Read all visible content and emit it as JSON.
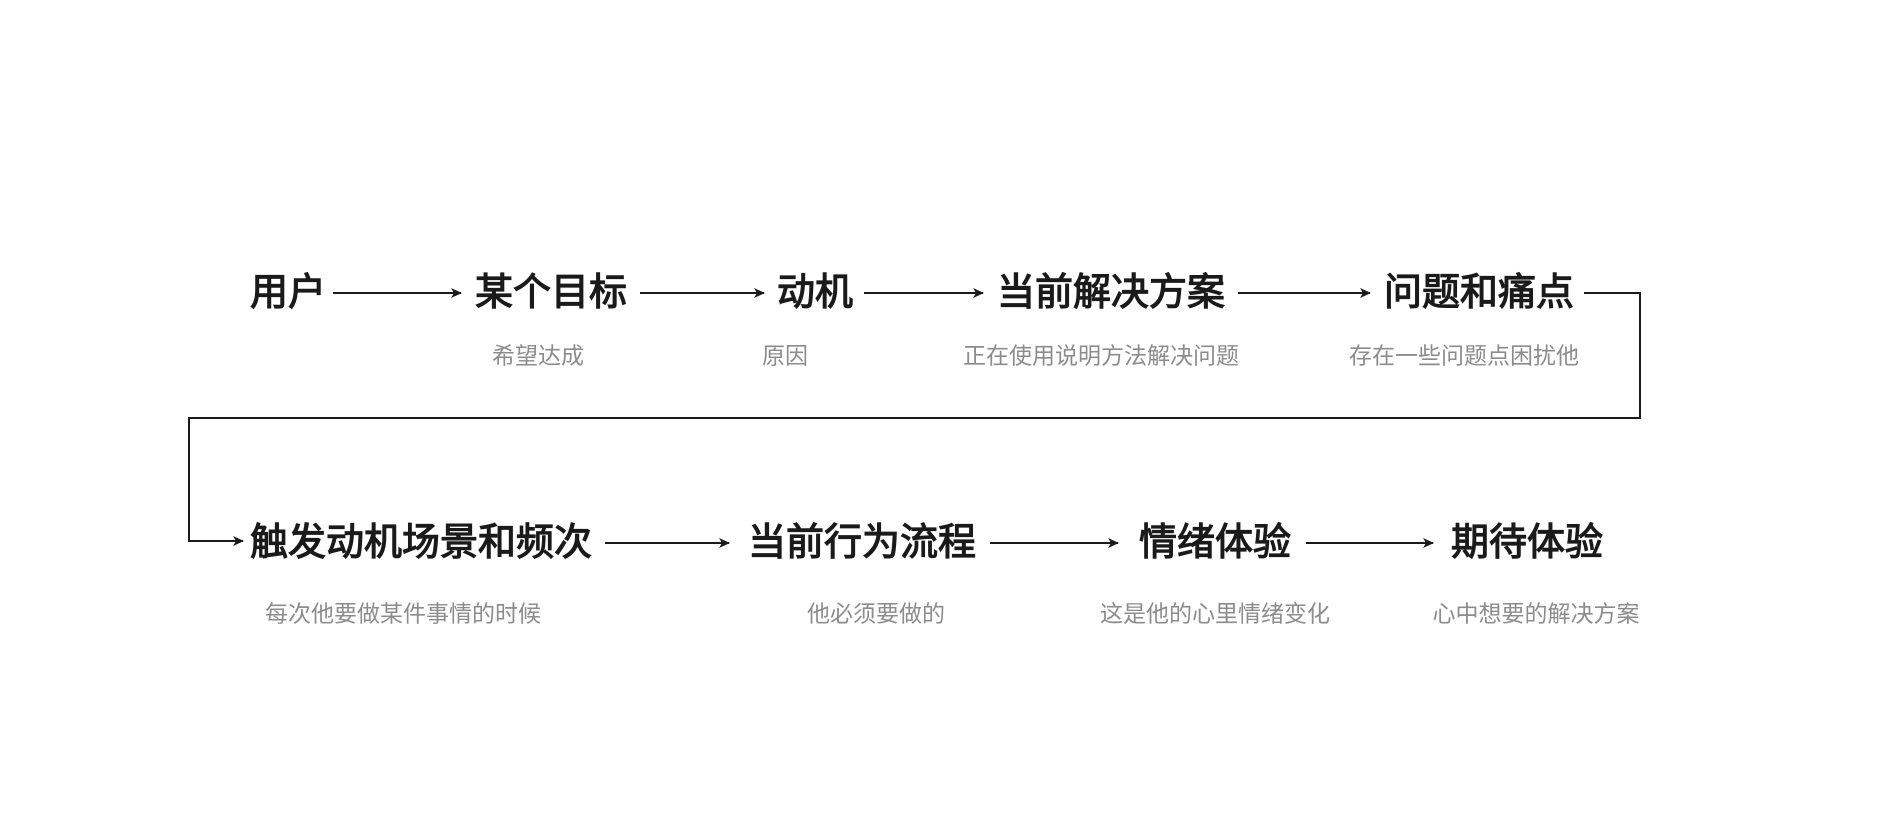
{
  "diagram": {
    "background": "#ffffff",
    "line_color": "#1a1a1a",
    "label_color": "#1a1a1a",
    "subtitle_color": "#8c8c8c",
    "rows": [
      {
        "nodes": [
          {
            "label": "用户",
            "subtitle": ""
          },
          {
            "label": "某个目标",
            "subtitle": "希望达成"
          },
          {
            "label": "动机",
            "subtitle": "原因"
          },
          {
            "label": "当前解决方案",
            "subtitle": "正在使用说明方法解决问题"
          },
          {
            "label": "问题和痛点",
            "subtitle": "存在一些问题点困扰他"
          }
        ]
      },
      {
        "nodes": [
          {
            "label": "触发动机场景和频次",
            "subtitle": "每次他要做某件事情的时候"
          },
          {
            "label": "当前行为流程",
            "subtitle": "他必须要做的"
          },
          {
            "label": "情绪体验",
            "subtitle": "这是他的心里情绪变化"
          },
          {
            "label": "期待体验",
            "subtitle": "心中想要的解决方案"
          }
        ]
      }
    ],
    "edges": [
      {
        "from": "用户",
        "to": "某个目标"
      },
      {
        "from": "某个目标",
        "to": "动机"
      },
      {
        "from": "动机",
        "to": "当前解决方案"
      },
      {
        "from": "当前解决方案",
        "to": "问题和痛点"
      },
      {
        "from": "问题和痛点",
        "to": "触发动机场景和频次"
      },
      {
        "from": "触发动机场景和频次",
        "to": "当前行为流程"
      },
      {
        "from": "当前行为流程",
        "to": "情绪体验"
      },
      {
        "from": "情绪体验",
        "to": "期待体验"
      }
    ]
  }
}
